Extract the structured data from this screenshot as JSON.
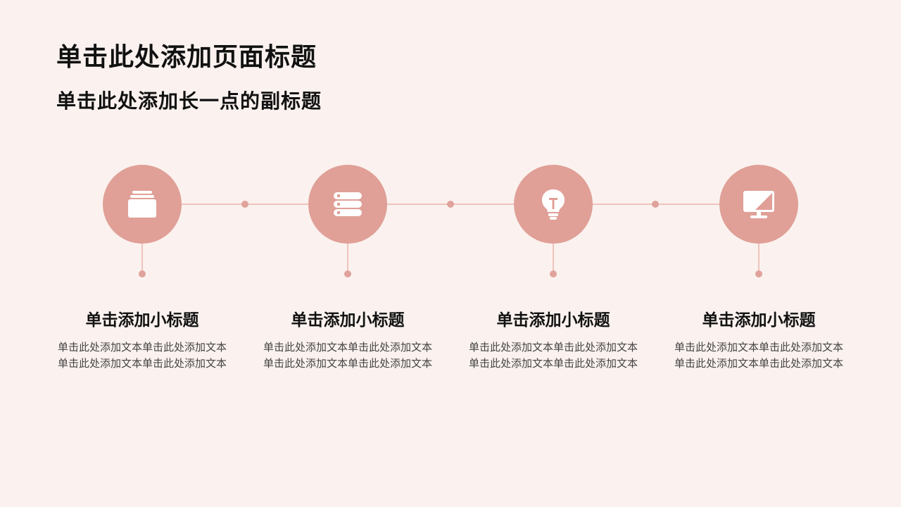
{
  "page": {
    "title": "单击此处添加页面标题",
    "subtitle": "单击此处添加长一点的副标题"
  },
  "colors": {
    "background": "#fbf2ef",
    "accent": "#e0a097",
    "line": "#eec4bc"
  },
  "steps": [
    {
      "icon": "folder-icon",
      "title": "单击添加小标题",
      "text": "单击此处添加文本单击此处添加文本单击此处添加文本单击此处添加文本"
    },
    {
      "icon": "server-icon",
      "title": "单击添加小标题",
      "text": "单击此处添加文本单击此处添加文本单击此处添加文本单击此处添加文本"
    },
    {
      "icon": "lightbulb-icon",
      "title": "单击添加小标题",
      "text": "单击此处添加文本单击此处添加文本单击此处添加文本单击此处添加文本"
    },
    {
      "icon": "monitor-icon",
      "title": "单击添加小标题",
      "text": "单击此处添加文本单击此处添加文本单击此处添加文本单击此处添加文本"
    }
  ]
}
